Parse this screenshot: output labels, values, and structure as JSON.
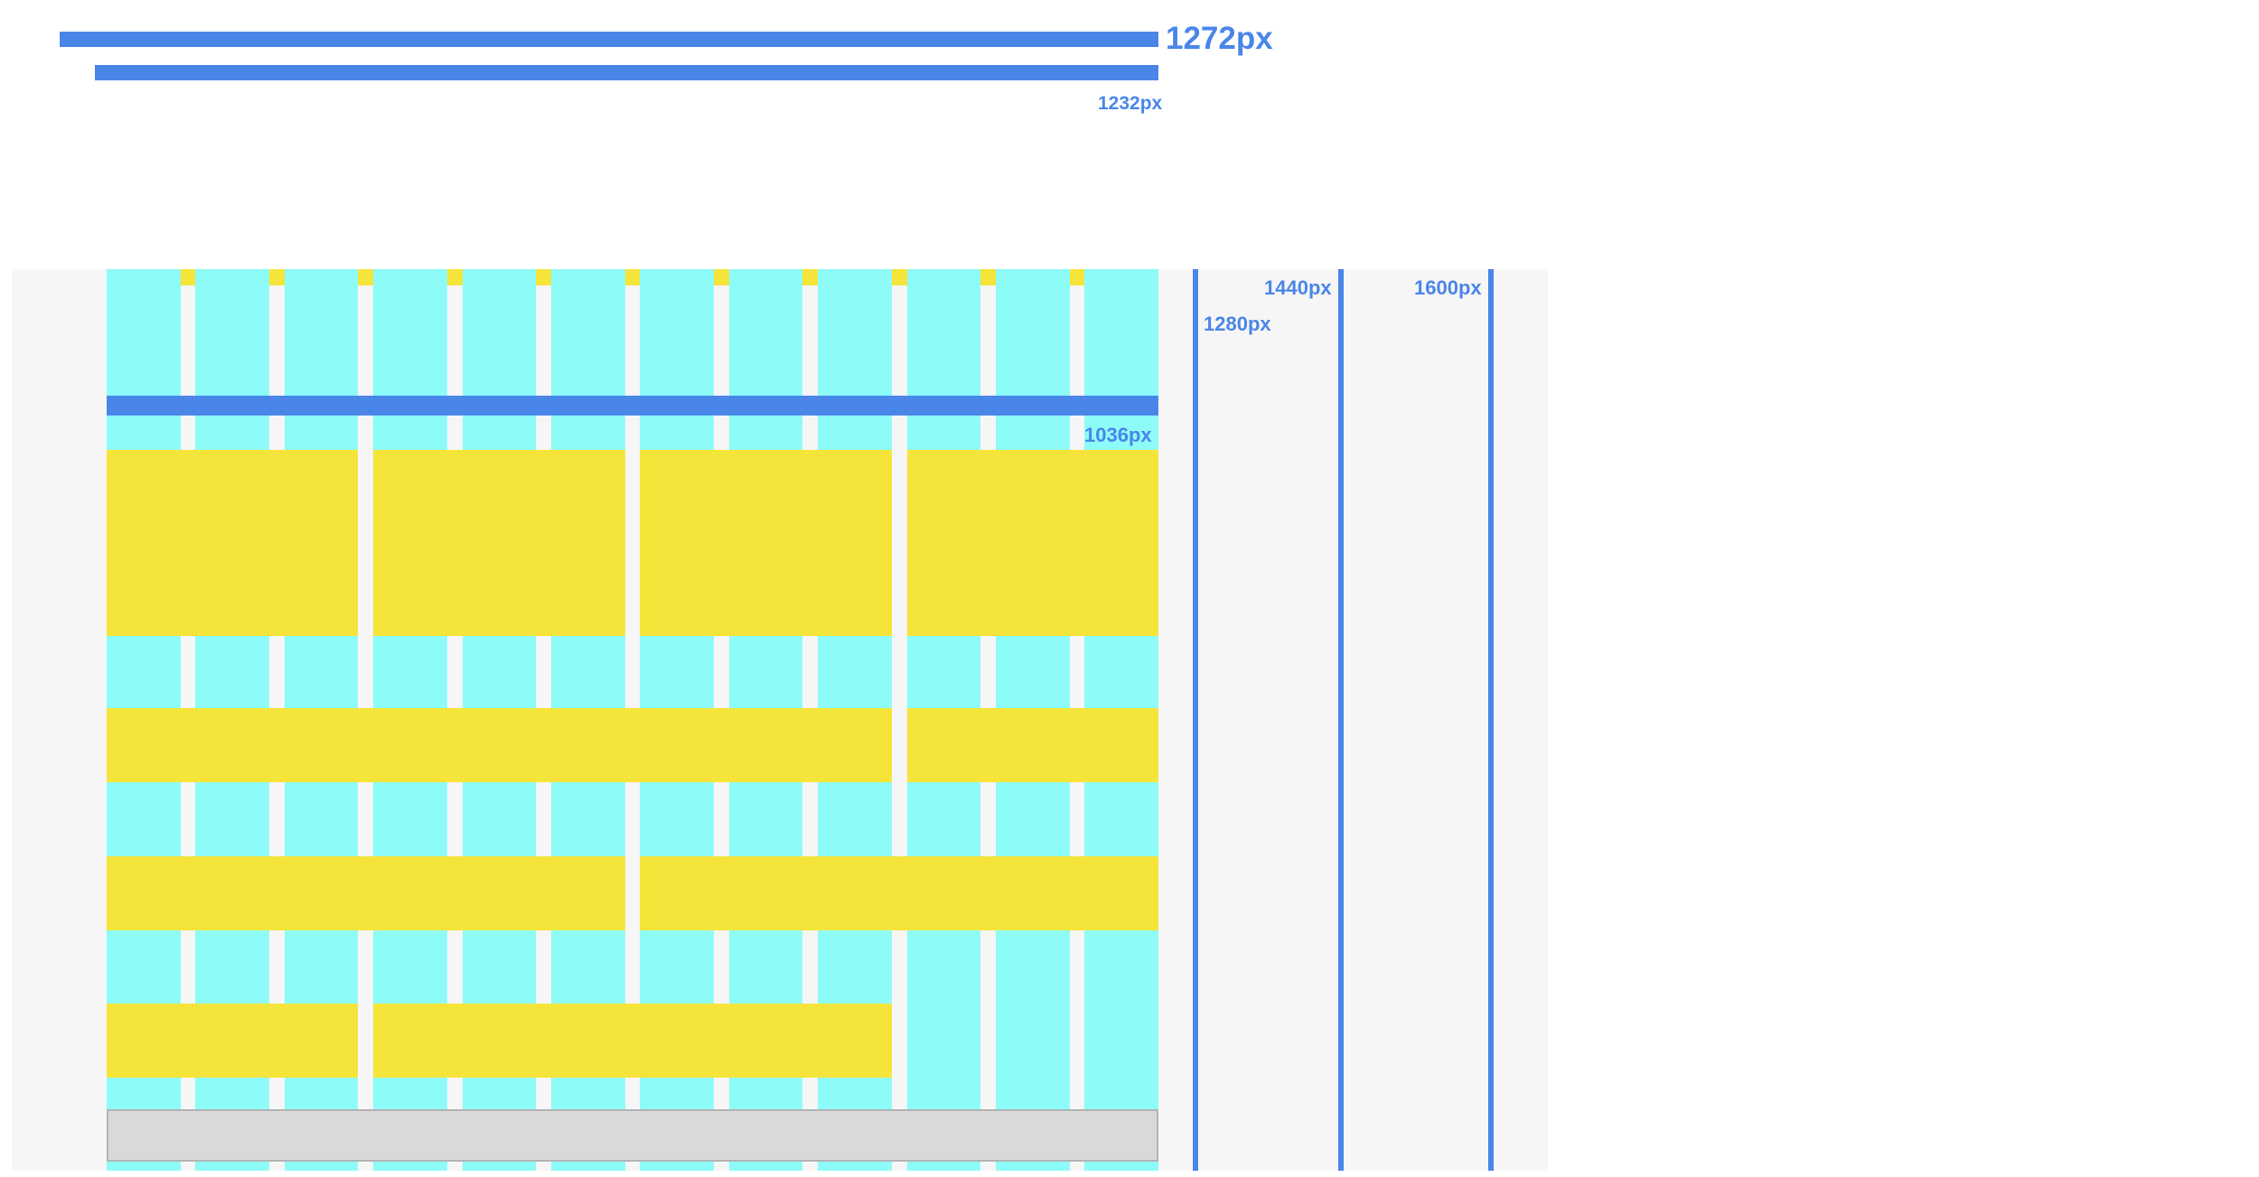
{
  "measures": {
    "top_bar_1_label": "1272px",
    "top_bar_2_label": "1232px",
    "container_bar_label": "1036px"
  },
  "breakpoints": [
    {
      "label": "1280px"
    },
    {
      "label": "1440px"
    },
    {
      "label": "1600px"
    }
  ],
  "grid": {
    "columns": 12,
    "rows": [
      {
        "spans": [
          3,
          3,
          3,
          3
        ]
      },
      {
        "spans": [
          9,
          3
        ]
      },
      {
        "spans": [
          6,
          6
        ]
      },
      {
        "spans": [
          3,
          6
        ]
      }
    ]
  },
  "colors": {
    "accent": "#4a86e8",
    "column": "#8dfcf8",
    "cell": "#f5e43a",
    "panel": "#f6f6f6",
    "footer": "#d9d9d9"
  }
}
